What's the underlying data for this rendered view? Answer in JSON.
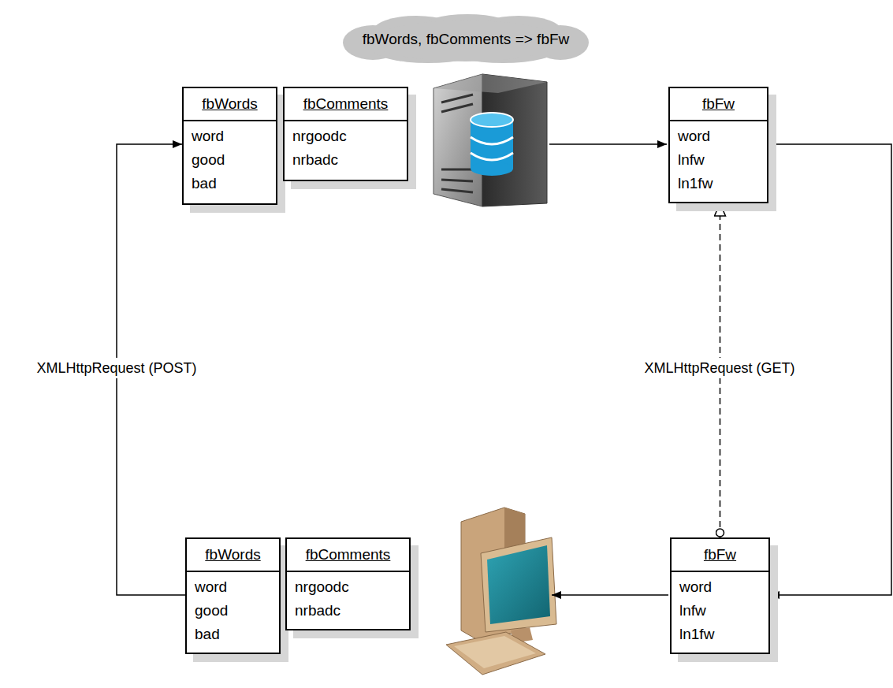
{
  "diagram": {
    "nodes": [
      {
        "text": [
          "fbWords",
          "word good bad"
        ]
      },
      {
        "text": [
          "fbComments",
          "nrgoodc nrbadc"
        ]
      },
      {
        "text": [
          "fbWords, fbComments => fbFw"
        ]
      },
      {
        "text": [
          "fbFw",
          "word lnfw ln1fw"
        ]
      },
      {
        "text": [
          "fbWords",
          "word good bad"
        ]
      },
      {
        "text": [
          "fbComments",
          "nrgoodc nrbadc"
        ]
      },
      {
        "text": [
          "fbFw",
          "word lnfw ln1fw"
        ]
      }
    ],
    "edges": [
      {
        "from": 4,
        "to": 0,
        "arrow": "to",
        "label": "XMLHttpRequest (POST)"
      },
      {
        "from": 6,
        "to": 3,
        "arrow": "to",
        "label": "XMLHttpRequest (GET)"
      },
      {
        "from": 3,
        "to": 6,
        "arrow": "to"
      }
    ]
  }
}
